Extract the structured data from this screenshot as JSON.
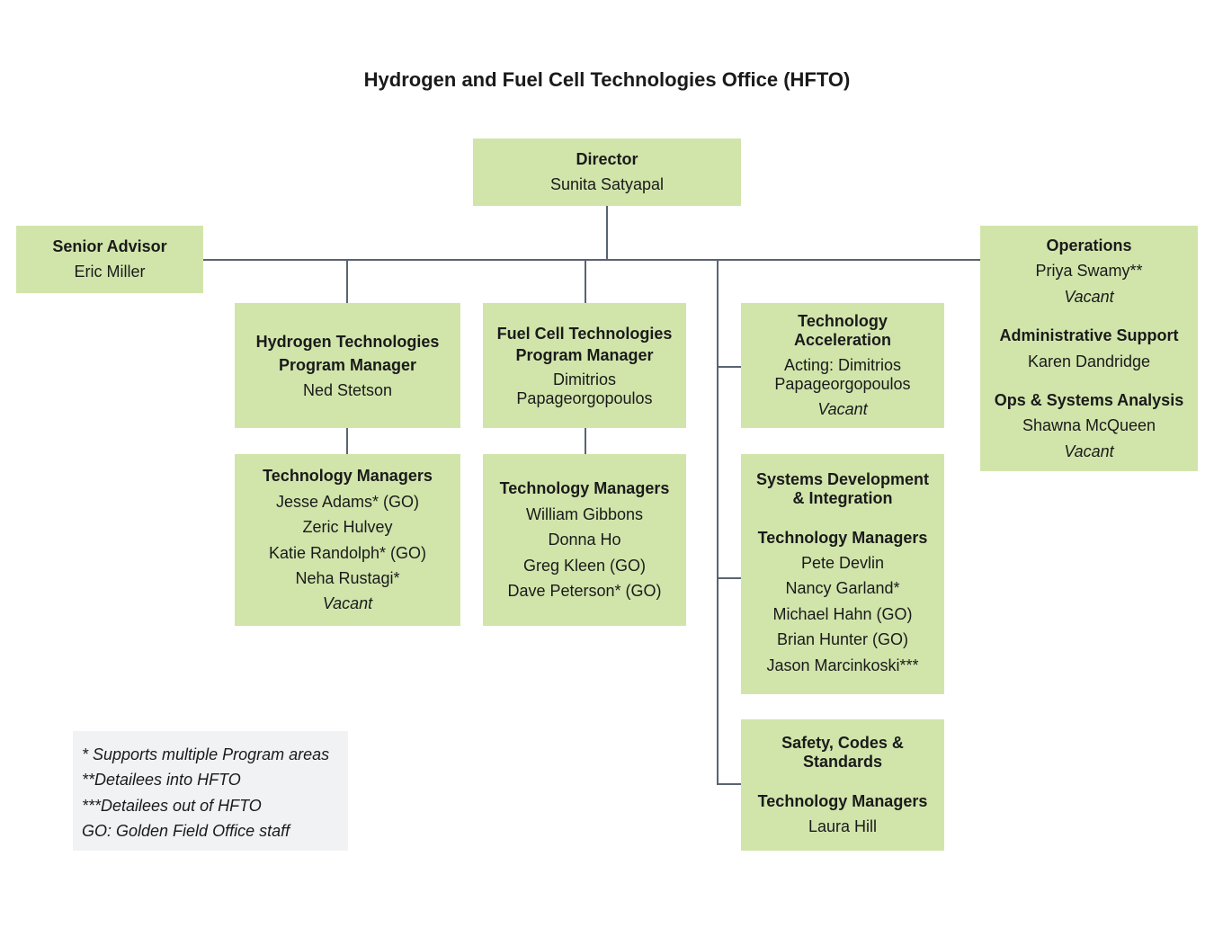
{
  "title": "Hydrogen and Fuel Cell Technologies Office (HFTO)",
  "director": {
    "heading": "Director",
    "name": "Sunita Satyapal"
  },
  "senior_advisor": {
    "heading": "Senior Advisor",
    "name": "Eric Miller"
  },
  "hydrogen": {
    "heading_1": "Hydrogen Technologies",
    "heading_2": "Program Manager",
    "name": "Ned Stetson",
    "tm_heading": "Technology Managers",
    "members": [
      "Jesse Adams* (GO)",
      "Zeric Hulvey",
      "Katie Randolph* (GO)",
      "Neha Rustagi*",
      "Vacant"
    ]
  },
  "fuel_cell": {
    "heading_1": "Fuel Cell Technologies",
    "heading_2": "Program Manager",
    "name_1": "Dimitrios",
    "name_2": "Papageorgopoulos",
    "tm_heading": "Technology Managers",
    "members": [
      "William Gibbons",
      "Donna Ho",
      "Greg Kleen (GO)",
      "Dave Peterson* (GO)"
    ]
  },
  "tech_accel": {
    "heading_1": "Technology",
    "heading_2": "Acceleration",
    "name_1": "Acting: Dimitrios",
    "name_2": "Papageorgopoulos",
    "vacant": "Vacant"
  },
  "sdi": {
    "heading_1": "Systems Development",
    "heading_2": "& Integration",
    "tm_heading": "Technology Managers",
    "members": [
      "Pete Devlin",
      "Nancy Garland*",
      "Michael Hahn (GO)",
      "Brian Hunter (GO)",
      "Jason Marcinkoski***"
    ]
  },
  "safety": {
    "heading_1": "Safety, Codes &",
    "heading_2": "Standards",
    "tm_heading": "Technology Managers",
    "members": [
      "Laura Hill"
    ]
  },
  "operations": {
    "heading": "Operations",
    "members": [
      "Priya Swamy**",
      "Vacant"
    ],
    "admin_heading": "Administrative Support",
    "admin_name": "Karen Dandridge",
    "ops_heading": "Ops & Systems Analysis",
    "ops_members": [
      "Shawna McQueen",
      "Vacant"
    ]
  },
  "legend": [
    "* Supports multiple Program areas",
    "**Detailees into HFTO",
    "***Detailees out of HFTO",
    "GO: Golden Field Office staff"
  ]
}
